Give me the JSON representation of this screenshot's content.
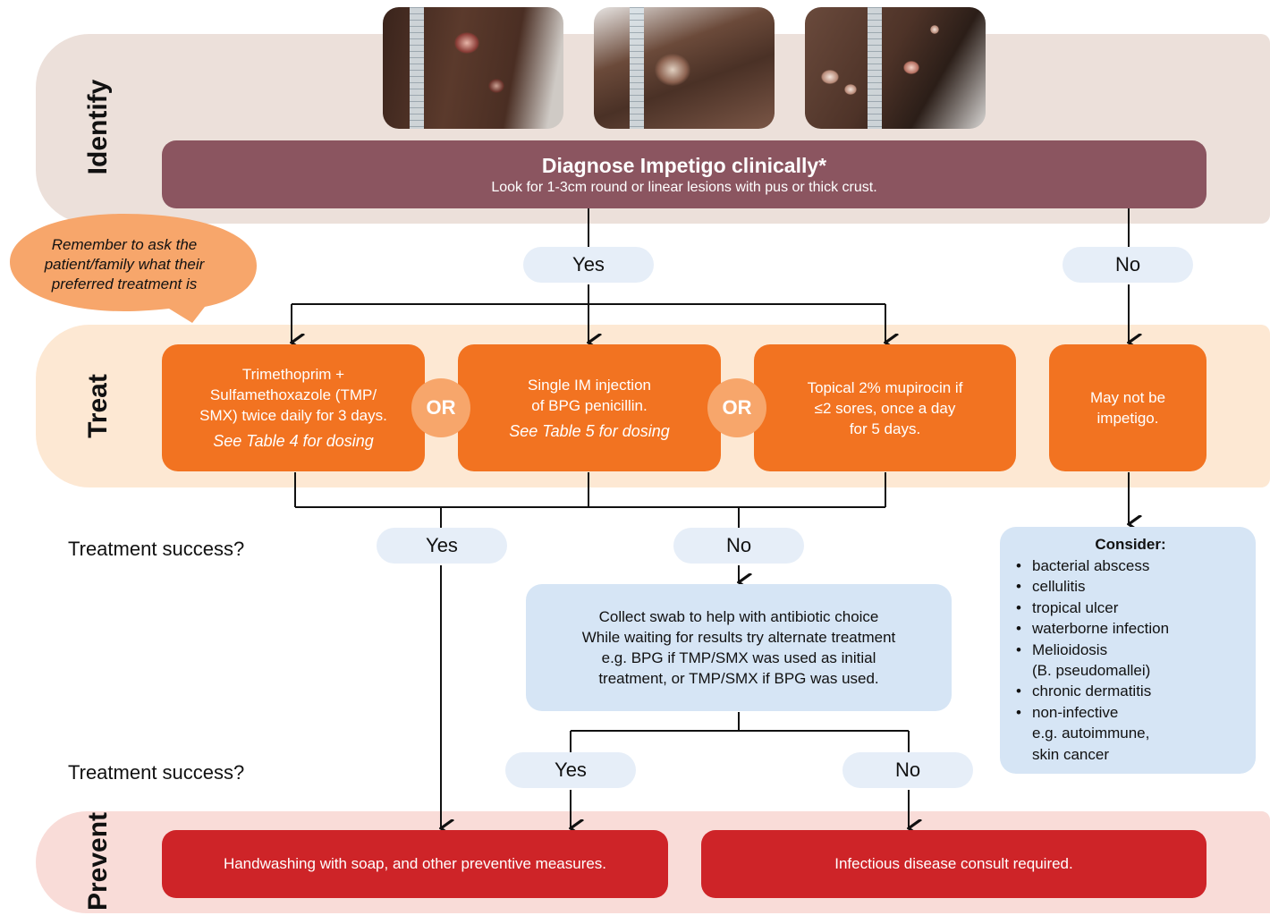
{
  "sections": {
    "identify": "Identify",
    "treat": "Treat",
    "prevent": "Prevent"
  },
  "diagnose": {
    "title": "Diagnose Impetigo clinically*",
    "subtitle": "Look for 1-3cm round or linear lesions with pus or thick crust."
  },
  "bubble": {
    "line1": "Remember to ask the",
    "line2": "patient/family what their",
    "line3": "preferred treatment is"
  },
  "answers": {
    "yes": "Yes",
    "no": "No"
  },
  "or_label": "OR",
  "treatments": [
    {
      "line1": "Trimethoprim +",
      "line2": "Sulfamethoxazole (TMP/",
      "line3": "SMX) twice daily for 3 days.",
      "note": "See Table 4 for dosing"
    },
    {
      "line1": "Single IM injection",
      "line2": "of BPG penicillin.",
      "note": "See Table 5 for dosing"
    },
    {
      "line1": "Topical 2% mupirocin if",
      "line2": "≤2 sores, once a day",
      "line3": "for 5 days."
    },
    {
      "line1": "May not be",
      "line2": "impetigo."
    }
  ],
  "success_question": "Treatment success?",
  "swab": {
    "line1": "Collect swab to help with antibiotic choice",
    "line2": "While waiting for results try alternate treatment",
    "line3": "e.g. BPG if TMP/SMX was used as initial",
    "line4": "treatment, or TMP/SMX if BPG was used."
  },
  "consider": {
    "title": "Consider:",
    "items": [
      {
        "text": "bacterial abscess"
      },
      {
        "text": "cellulitis"
      },
      {
        "text": "tropical ulcer"
      },
      {
        "text": "waterborne infection"
      },
      {
        "text": "Melioidosis",
        "sub": "(B. pseudomallei)"
      },
      {
        "text": "chronic dermatitis"
      },
      {
        "text": "non-infective",
        "sub": "e.g. autoimmune,",
        "sub2": "skin cancer"
      }
    ]
  },
  "prevent": {
    "handwashing": "Handwashing with soap, and other preventive measures.",
    "consult": "Infectious disease consult required."
  },
  "colors": {
    "diagnose": "#8b5560",
    "treatment": "#f27321",
    "or_circle": "#f7a66b",
    "info_box": "#d6e5f5",
    "prevent_box": "#ce2428"
  }
}
